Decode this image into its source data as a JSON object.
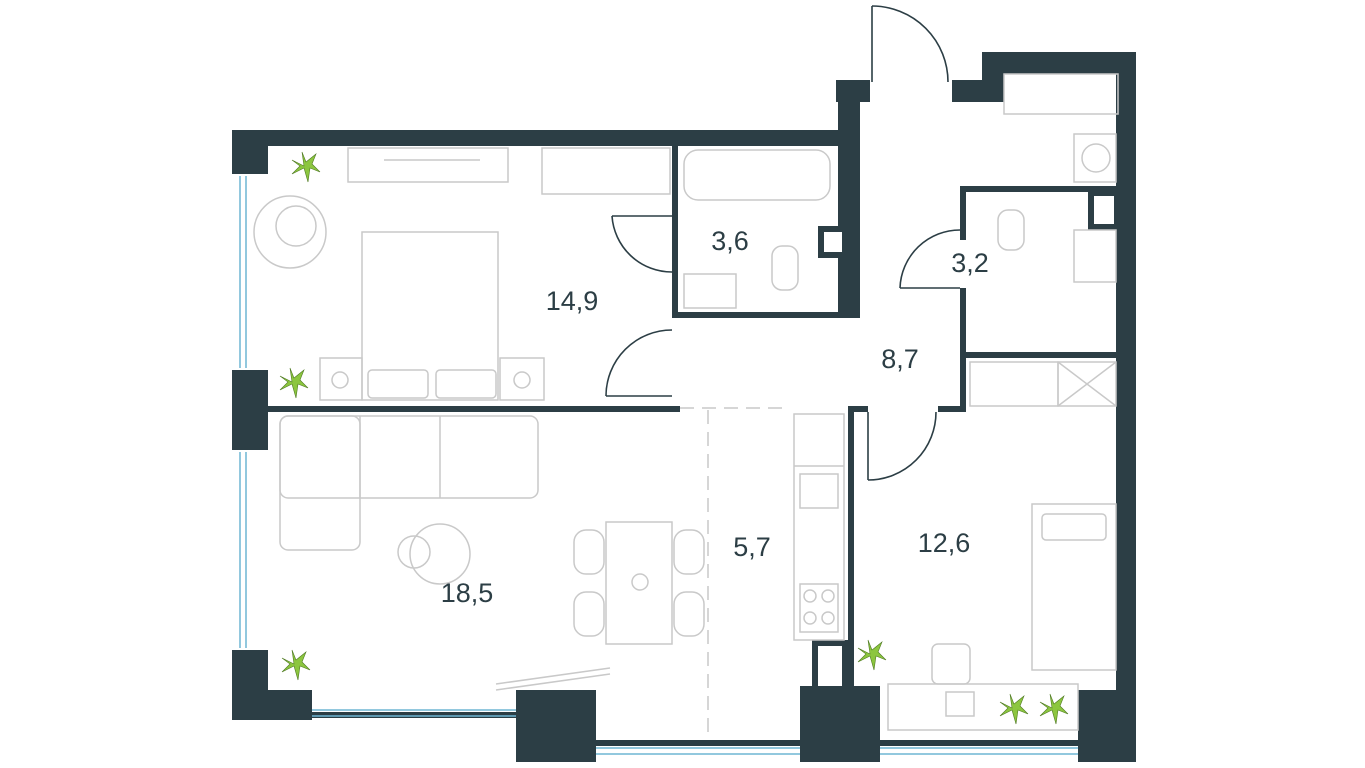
{
  "plan": {
    "wall_color": "#2c3e45",
    "furniture_color": "#c9c9c9",
    "window_color": "#6fb6d4",
    "plant_color": "#8cc63f",
    "rooms": [
      {
        "id": "bedroom",
        "area": "14,9"
      },
      {
        "id": "bathroom",
        "area": "3,6"
      },
      {
        "id": "toilet",
        "area": "3,2"
      },
      {
        "id": "hallway",
        "area": "8,7"
      },
      {
        "id": "living-room",
        "area": "18,5"
      },
      {
        "id": "kitchen",
        "area": "5,7"
      },
      {
        "id": "second-bedroom",
        "area": "12,6"
      }
    ]
  }
}
